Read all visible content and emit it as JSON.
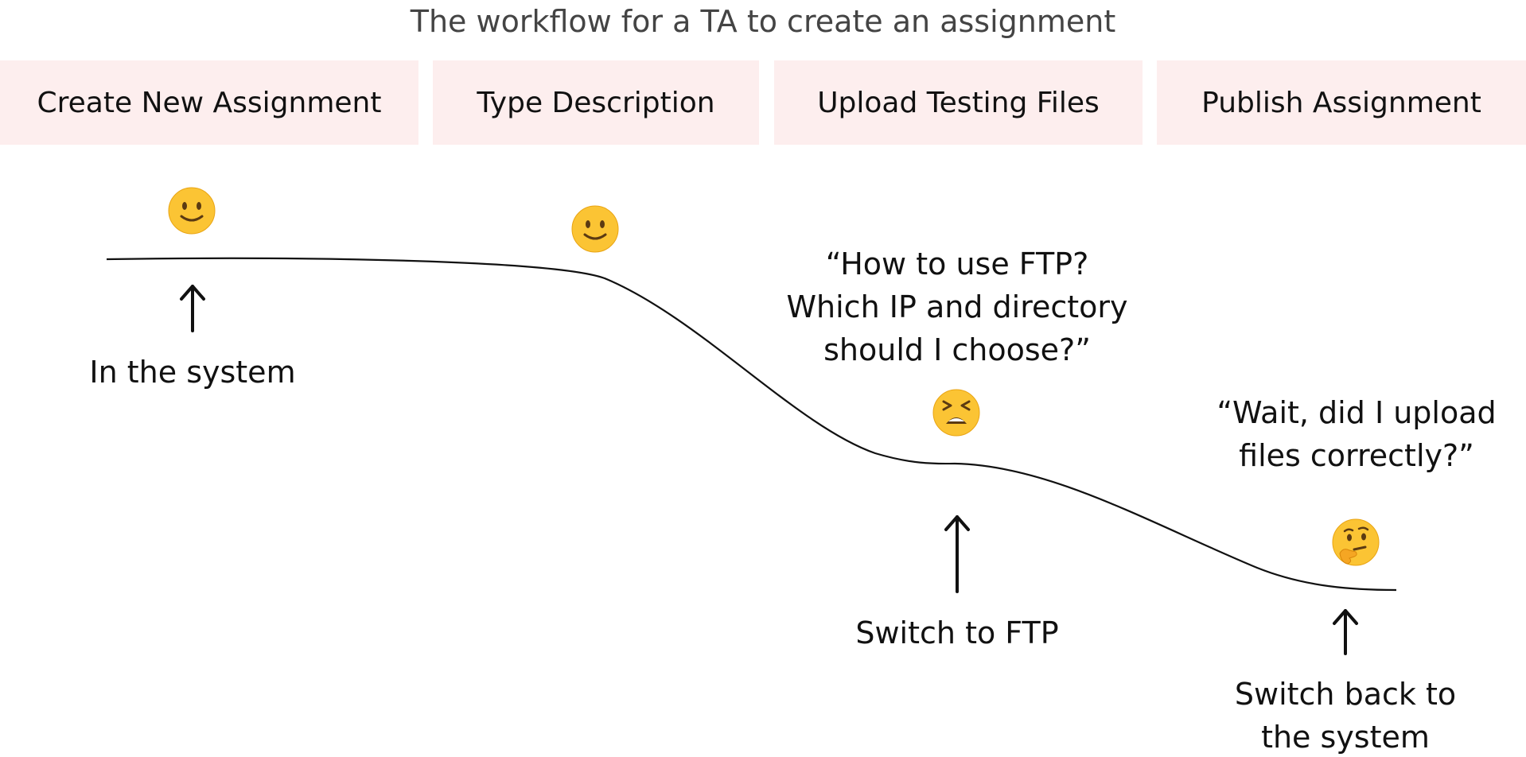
{
  "title": "The workflow for a TA to create an assignment",
  "stages": [
    {
      "label": "Create New Assignment"
    },
    {
      "label": "Type Description"
    },
    {
      "label": "Upload Testing Files"
    },
    {
      "label": "Publish Assignment"
    }
  ],
  "annotations": {
    "in_system": "In the system",
    "switch_ftp": "Switch to FTP",
    "switch_back": "Switch back to\nthe system",
    "ftp_quote": "“How to use FTP?\nWhich IP and directory\nshould I choose?”",
    "upload_quote": "“Wait, did I upload\nfiles correctly?”"
  },
  "emojis": [
    {
      "name": "slightly-smiling-face"
    },
    {
      "name": "slightly-smiling-face"
    },
    {
      "name": "tired-face"
    },
    {
      "name": "thinking-face"
    }
  ],
  "colors": {
    "stage_background": "#fdeeee",
    "emoji_yellow": "#fbc434",
    "line": "#111111"
  }
}
